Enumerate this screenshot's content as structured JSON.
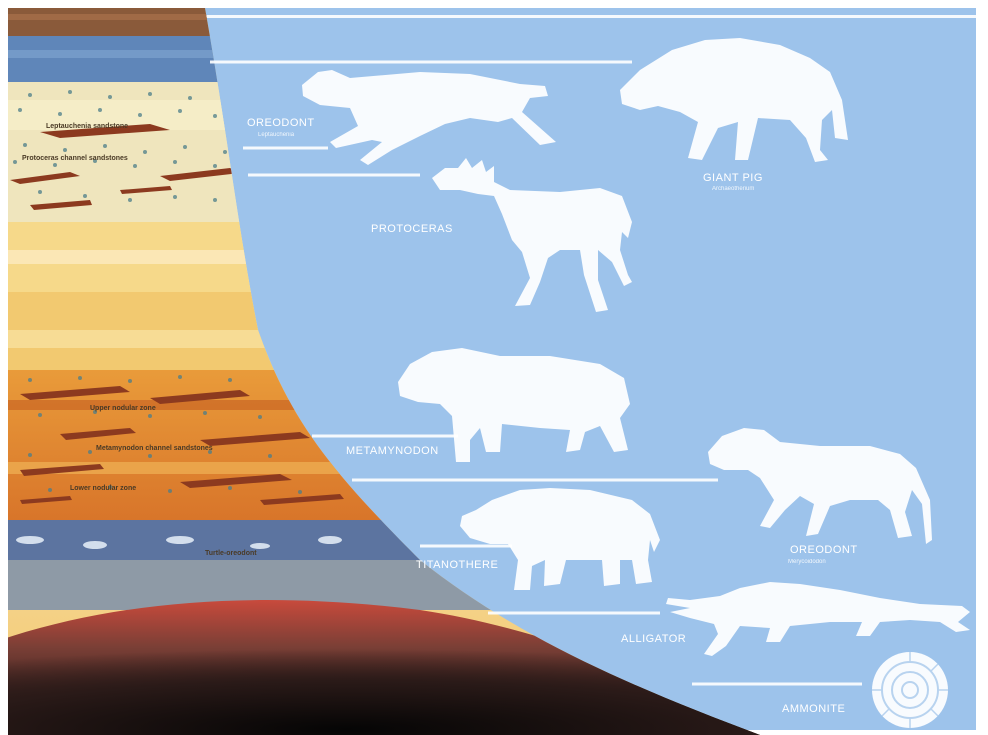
{
  "colors": {
    "sky": "#9dc3eb",
    "chalky_band": "#f2e3b0",
    "orange_band": "#e39a3c",
    "clay_band": "#8c3a1f",
    "blue_shale": "#5f86b9",
    "grey_base": "#9aa7ad",
    "deep_red": "#b8403b",
    "black_base": "#161213"
  },
  "strata": {
    "layer_1": "Leptauchenia sandstone",
    "layer_2": "Protoceras channel sandstones",
    "layer_3": "Upper nodular zone",
    "layer_4": "Metamynodon channel sandstones",
    "layer_5": "Lower nodular zone",
    "layer_6": "Turtle-oreodont"
  },
  "animals": {
    "oreodont_top": {
      "name": "OREODONT",
      "sub": "Leptauchenia"
    },
    "giant_pig": {
      "name": "GIANT PIG",
      "sub": "Archaeotherium"
    },
    "protoceras": {
      "name": "PROTOCERAS"
    },
    "metamynodon": {
      "name": "METAMYNODON"
    },
    "oreodont_lower": {
      "name": "OREODONT",
      "sub": "Merycoidodon"
    },
    "titanothere": {
      "name": "TITANOTHERE"
    },
    "alligator": {
      "name": "ALLIGATOR"
    },
    "ammonite": {
      "name": "AMMONITE"
    }
  }
}
